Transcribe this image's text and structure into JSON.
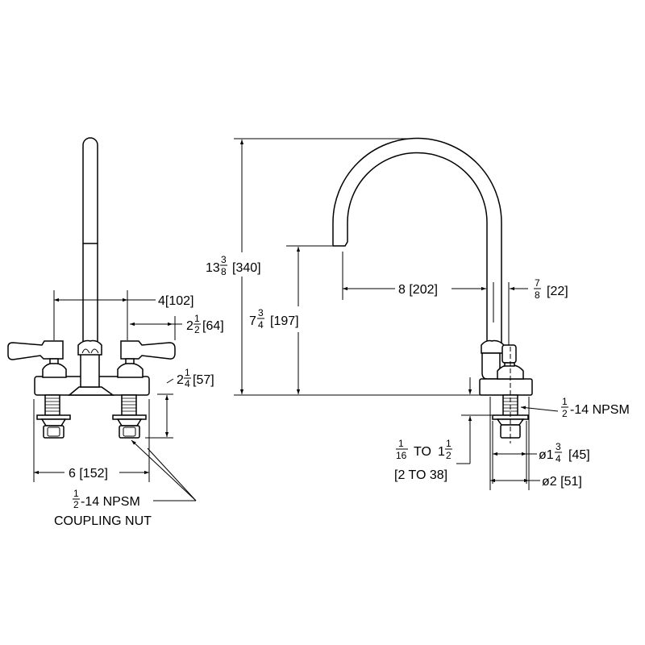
{
  "left_view": {
    "dim_center_spacing": {
      "value": "4",
      "metric": "[102]"
    },
    "dim_handle_reach": {
      "whole": "2",
      "num": "1",
      "den": "2",
      "metric": "[64]"
    },
    "dim_shank_length": {
      "whole": "2",
      "num": "1",
      "den": "4",
      "metric": "[57]"
    },
    "dim_base_width": {
      "value": "6",
      "metric": "[152]"
    },
    "callout": {
      "num": "1",
      "den": "2",
      "thread": "-14 NPSM",
      "label": "COUPLING NUT"
    }
  },
  "right_view": {
    "dim_overall_height": {
      "whole": "13",
      "num": "3",
      "den": "8",
      "metric": "[340]"
    },
    "dim_spout_height": {
      "whole": "7",
      "num": "3",
      "den": "4",
      "metric": "[197]"
    },
    "dim_spout_reach": {
      "value": "8",
      "metric": "[202]"
    },
    "dim_tube": {
      "num": "7",
      "den": "8",
      "metric": "[22]"
    },
    "dim_deck_thickness": {
      "num1": "1",
      "den1": "16",
      "to": "TO",
      "whole2": "1",
      "num2": "1",
      "den2": "2",
      "metric": "[2 TO 38]"
    },
    "thread_callout": {
      "num": "1",
      "den": "2",
      "thread": "-14 NPSM"
    },
    "dim_hole_min": {
      "prefix": "ø1",
      "num": "3",
      "den": "4",
      "metric": "[45]"
    },
    "dim_hole_max": {
      "value": "ø2",
      "metric": "[51]"
    }
  }
}
